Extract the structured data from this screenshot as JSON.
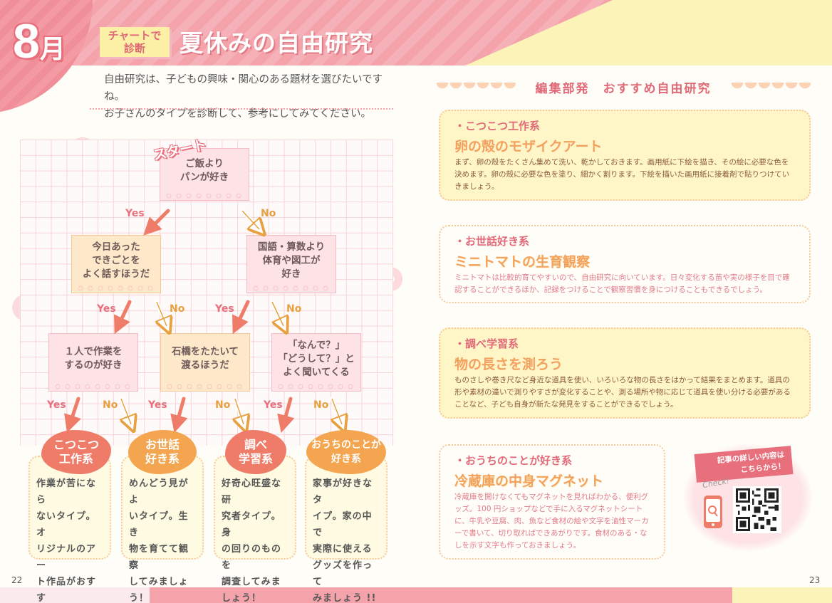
{
  "header": {
    "month_num": "8",
    "month_suffix": "月",
    "chart_tag": "チャートで\n診断",
    "title": "夏休みの自由研究",
    "intro_line1": "自由研究は、子どもの興味・関心のある題材を選びたいですね。",
    "intro_line2": "お子さんのタイプを診断して、参考にしてみてください。"
  },
  "flowchart": {
    "start_label": "スタート",
    "yes": "Yes",
    "no": "No",
    "nodes": {
      "root": "ご飯より\nパンが好き",
      "l1_left": "今日あった\nできごとを\nよく話すほうだ",
      "l1_right": "国語・算数より\n体育や図工が\n好き",
      "l2_a": "１人で作業を\nするのが好き",
      "l2_b": "石橋をたたいて\n渡るほうだ",
      "l2_c": "「なんで？」\n「どうして？」と\nよく聞いてくる"
    },
    "results": [
      {
        "name": "こつこつ\n工作系",
        "desc": "作業が苦になら\nないタイプ。オ\nリジナルのアー\nト作品がおすす\nめ！"
      },
      {
        "name": "お世話\n好き系",
        "desc": "めんどう見がよ\nいタイプ。生き\n物を育てて観察\nしてみましょう！"
      },
      {
        "name": "調べ\n学習系",
        "desc": "好奇心旺盛な研\n究者タイプ。身\nの回りのものを\n調査してみま\nしょう！"
      },
      {
        "name": "おうちのことが\n好き系",
        "desc": "家事が好きなタ\nイプ。家の中で\n実際に使える\nグッズを作って\nみましょう !!"
      }
    ]
  },
  "right": {
    "heading": "編集部発　おすすめ自由研究",
    "recommendations": [
      {
        "category": "・こつこつ工作系",
        "title": "卵の殻のモザイクアート",
        "desc": "まず、卵の殻をたくさん集めて洗い、乾かしておきます。画用紙に下絵を描き、その絵に必要な色を決めます。卵の殻に必要な色を塗り、細かく割ります。下絵を描いた画用紙に接着剤で貼りつけていきましょう。"
      },
      {
        "category": "・お世話好き系",
        "title": "ミニトマトの生育観察",
        "desc": "ミニトマトは比較的育てやすいので、自由研究に向いています。日々変化する苗や実の様子を目で確認することができるほか、記録をつけることで観察習慣を身につけることもできるでしょう。"
      },
      {
        "category": "・調べ学習系",
        "title": "物の長さを測ろう",
        "desc": "ものさしや巻き尺など身近な道具を使い、いろいろな物の長さをはかって結果をまとめます。道具の形や素材の違いで測りやすさが変化することや、測る場所や物に応じて道具を使い分ける必要があることなど、子ども自身が新たな発見をすることができるでしょう。"
      },
      {
        "category": "・おうちのことが好き系",
        "title": "冷蔵庫の中身マグネット",
        "desc": "冷蔵庫を開けなくてもマグネットを見ればわかる、便利グッズ。100 円ショップなどで手に入るマグネットシートに、牛乳や豆腐、肉、魚など食材の絵や文字を油性マーカーで書いて、切り取ればできあがりです。食材のある・なしを示す文字も作っておきましょう。"
      }
    ],
    "qr_note": "記事の詳しい内容は\nこちらから！",
    "check_word": "Check!"
  },
  "page_numbers": {
    "left": "22",
    "right": "23"
  },
  "colors": {
    "pink": "#e8707d",
    "coral": "#f08f99",
    "orange": "#f2a25c",
    "yellow_bg": "#fff6c7"
  }
}
